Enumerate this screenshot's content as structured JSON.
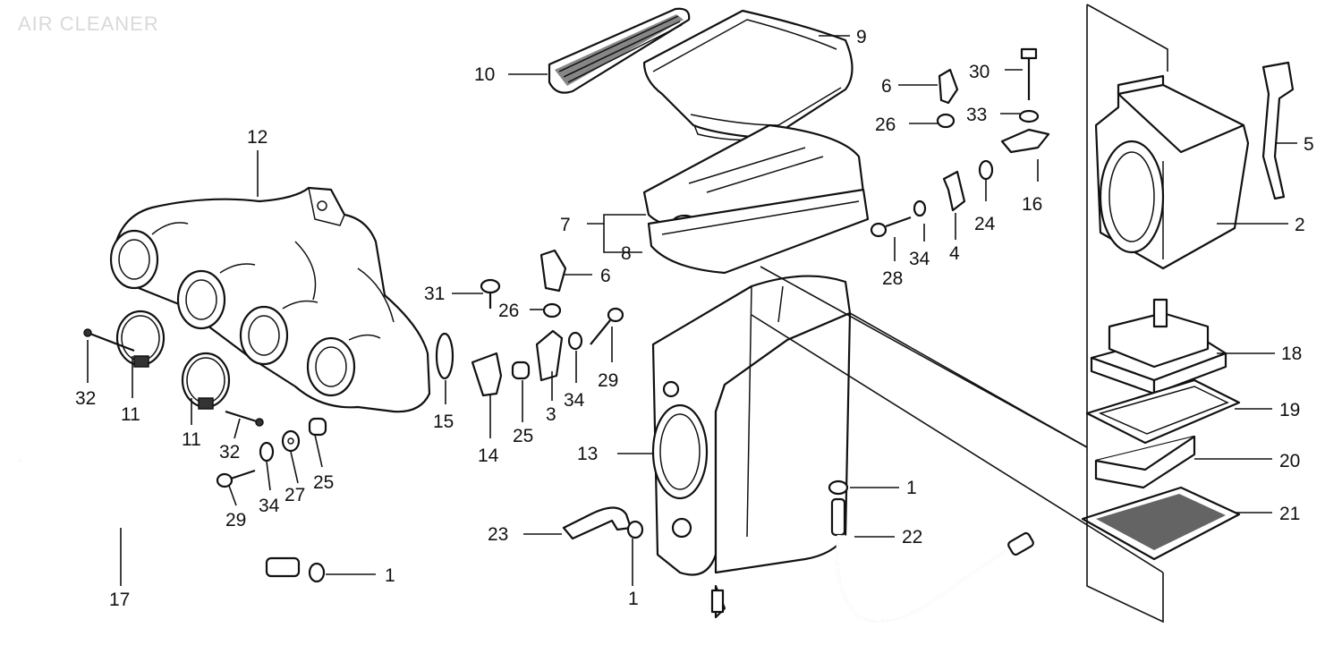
{
  "title": "AIR CLEANER",
  "callouts": [
    {
      "id": "c10",
      "text": "10"
    },
    {
      "id": "c9",
      "text": "9"
    },
    {
      "id": "c30",
      "text": "30"
    },
    {
      "id": "c6a",
      "text": "6"
    },
    {
      "id": "c33",
      "text": "33"
    },
    {
      "id": "c26a",
      "text": "26"
    },
    {
      "id": "c5",
      "text": "5"
    },
    {
      "id": "c12",
      "text": "12"
    },
    {
      "id": "c16",
      "text": "16"
    },
    {
      "id": "c7",
      "text": "7"
    },
    {
      "id": "c8",
      "text": "8"
    },
    {
      "id": "c24",
      "text": "24"
    },
    {
      "id": "c2",
      "text": "2"
    },
    {
      "id": "c34a",
      "text": "34"
    },
    {
      "id": "c4",
      "text": "4"
    },
    {
      "id": "c28",
      "text": "28"
    },
    {
      "id": "c6b",
      "text": "6"
    },
    {
      "id": "c31",
      "text": "31"
    },
    {
      "id": "c26b",
      "text": "26"
    },
    {
      "id": "c18",
      "text": "18"
    },
    {
      "id": "c29a",
      "text": "29"
    },
    {
      "id": "c32a",
      "text": "32"
    },
    {
      "id": "c11a",
      "text": "11"
    },
    {
      "id": "c15",
      "text": "15"
    },
    {
      "id": "c3",
      "text": "3"
    },
    {
      "id": "c34b",
      "text": "34"
    },
    {
      "id": "c19",
      "text": "19"
    },
    {
      "id": "c14",
      "text": "14"
    },
    {
      "id": "c25a",
      "text": "25"
    },
    {
      "id": "c11b",
      "text": "11"
    },
    {
      "id": "c32b",
      "text": "32"
    },
    {
      "id": "c13",
      "text": "13"
    },
    {
      "id": "c20",
      "text": "20"
    },
    {
      "id": "c25b",
      "text": "25"
    },
    {
      "id": "c27",
      "text": "27"
    },
    {
      "id": "c1a",
      "text": "1"
    },
    {
      "id": "c29b",
      "text": "29"
    },
    {
      "id": "c34c",
      "text": "34"
    },
    {
      "id": "c21",
      "text": "21"
    },
    {
      "id": "c23",
      "text": "23"
    },
    {
      "id": "c22",
      "text": "22"
    },
    {
      "id": "c17",
      "text": "17"
    },
    {
      "id": "c1b",
      "text": "1"
    },
    {
      "id": "c1c",
      "text": "1"
    }
  ]
}
